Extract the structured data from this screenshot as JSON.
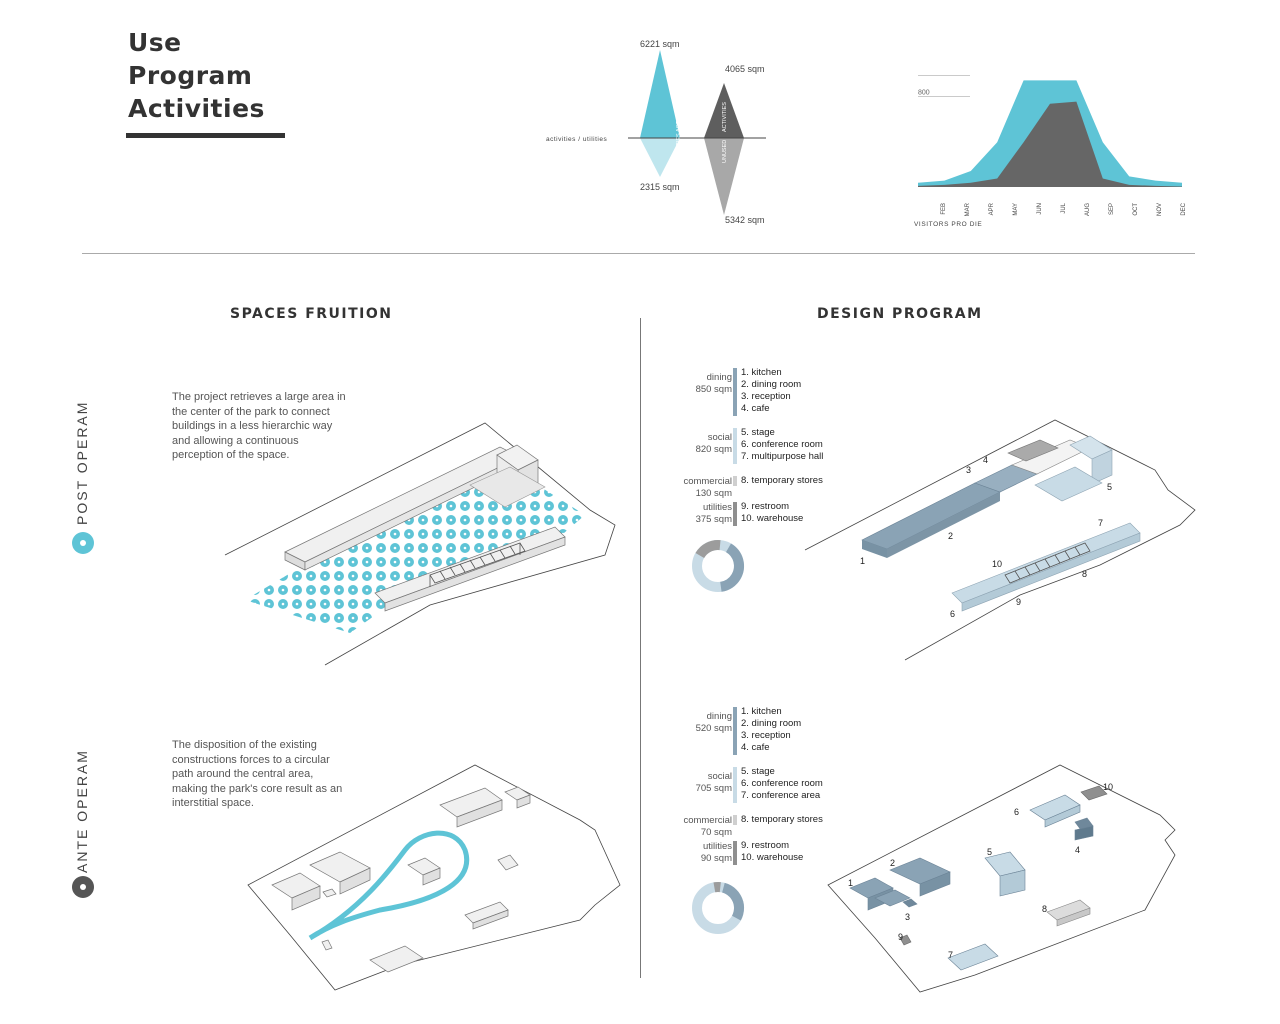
{
  "header": {
    "title_lines": [
      "Use",
      "Program",
      "Activities"
    ]
  },
  "triangle_chart": {
    "activities_label": "activities / utilities",
    "activities_value": "6221 sqm",
    "utilities_value": "2315 sqm",
    "activities2_value": "4065 sqm",
    "unused_value": "5342 sqm",
    "tri_activities_label": "ACTIVITIES",
    "tri_utilities_label": "UTILITIES",
    "tri_activities2_label": "ACTIVITIES",
    "tri_unused_label": "UNUSED",
    "colors": {
      "blue": "#5ec4d6",
      "blue_light": "#bfe6ee",
      "dark": "#5e5e5e",
      "grey": "#a8a8a8"
    }
  },
  "chart_data": {
    "type": "area",
    "categories": [
      "FEB",
      "MAR",
      "APR",
      "MAY",
      "JUN",
      "JUL",
      "AUG",
      "SEP",
      "OCT",
      "NOV",
      "DEC"
    ],
    "series": [
      {
        "values": [
          40,
          60,
          150,
          420,
          1000,
          1000,
          1000,
          420,
          100,
          60,
          40
        ],
        "color": "#5ec4d6"
      },
      {
        "values": [
          10,
          20,
          40,
          80,
          420,
          780,
          800,
          80,
          20,
          10,
          5
        ],
        "color": "#666666"
      }
    ],
    "ticks": [
      "1000",
      "800"
    ],
    "xlabel": "VISITORS PRO DIE",
    "ylim": [
      0,
      1050
    ]
  },
  "sections": {
    "left_title": "SPACES FRUITION",
    "right_title": "DESIGN PROGRAM",
    "post_label": "POST OPERAM",
    "ante_label": "ANTE OPERAM",
    "post_text": "The project retrieves a large area in the center of the park to connect buildings in a less hierarchic way and allowing a continuous perception of the space.",
    "ante_text": "The disposition of the existing constructions forces to a circular path around the central area, making the park's core result as an interstitial space."
  },
  "program_post": {
    "groups": [
      {
        "cat": "dining",
        "sqm": "850 sqm",
        "items": [
          "1. kitchen",
          "2. dining room",
          "3. reception",
          "4. cafe"
        ],
        "color": "#8aa3b5"
      },
      {
        "cat": "social",
        "sqm": "820 sqm",
        "items": [
          "5. stage",
          "6. conference room",
          "7. multipurpose hall"
        ],
        "color": "#c8dbe6"
      },
      {
        "cat": "commercial",
        "sqm": "130 sqm",
        "items": [
          "8. temporary stores"
        ],
        "color": "#cfcfcf"
      },
      {
        "cat": "utilities",
        "sqm": "375 sqm",
        "items": [
          "9. restroom",
          "10. warehouse"
        ],
        "color": "#8f8f8f"
      }
    ],
    "labels": [
      "1",
      "2",
      "3",
      "4",
      "5",
      "6",
      "7",
      "8",
      "9",
      "10"
    ]
  },
  "program_ante": {
    "groups": [
      {
        "cat": "dining",
        "sqm": "520 sqm",
        "items": [
          "1. kitchen",
          "2. dining room",
          "3. reception",
          "4. cafe"
        ],
        "color": "#8aa3b5"
      },
      {
        "cat": "social",
        "sqm": "705 sqm",
        "items": [
          "5. stage",
          "6. conference room",
          "7. conference area"
        ],
        "color": "#c8dbe6"
      },
      {
        "cat": "commercial",
        "sqm": "70 sqm",
        "items": [
          "8. temporary stores"
        ],
        "color": "#cfcfcf"
      },
      {
        "cat": "utilities",
        "sqm": "90 sqm",
        "items": [
          "9. restroom",
          "10. warehouse"
        ],
        "color": "#8f8f8f"
      }
    ],
    "labels": [
      "1",
      "2",
      "3",
      "4",
      "5",
      "6",
      "7",
      "8",
      "9",
      "10"
    ]
  }
}
